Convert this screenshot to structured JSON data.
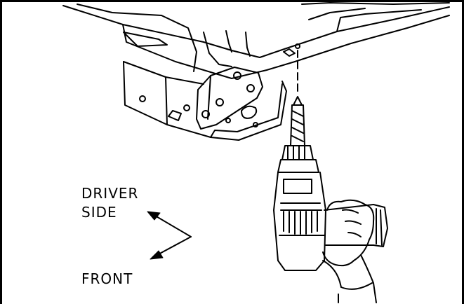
{
  "labels": {
    "driver": "DRIVER",
    "side": "SIDE",
    "front": "FRONT"
  },
  "colors": {
    "line": "#000000",
    "background": "#ffffff"
  }
}
